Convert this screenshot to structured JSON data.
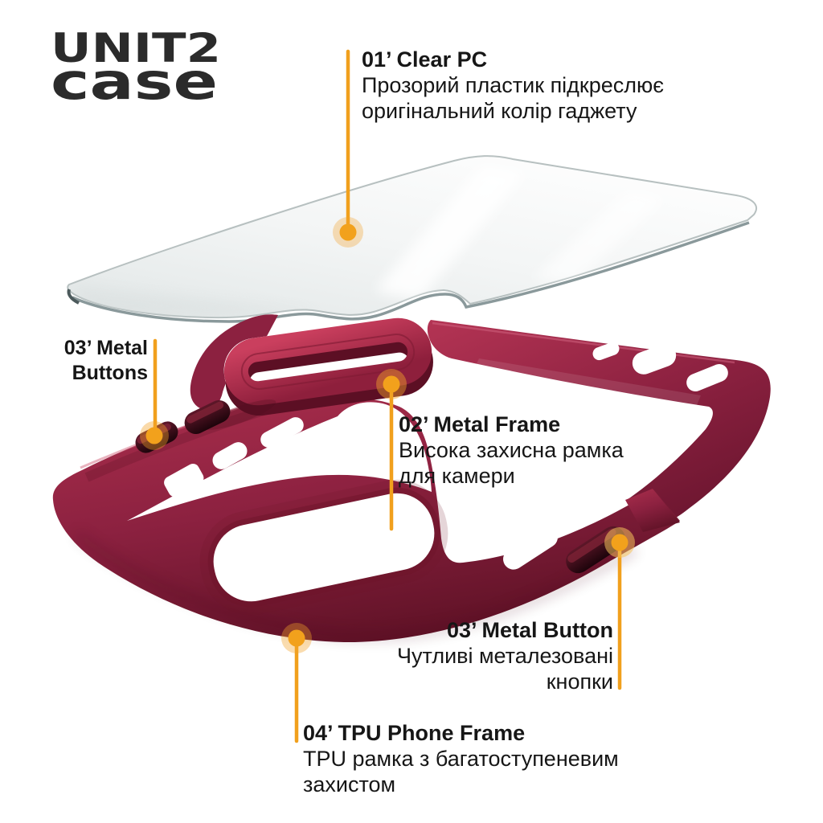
{
  "brand": {
    "line1": "UNIT2",
    "line2": "case"
  },
  "callouts": {
    "clear_pc": {
      "title": "01’ Clear PC",
      "line1": "Прозорий пластик підкреслює",
      "line2": "оригінальний колір гаджету"
    },
    "metal_frame": {
      "title": "02’ Metal Frame",
      "line1": "Висока захисна рамка",
      "line2": "для камери"
    },
    "metal_buttons": {
      "title_line1": "03’ Metal",
      "title_line2": "Buttons"
    },
    "metal_button": {
      "title": "03’ Metal Button",
      "line1": "Чутливі металезовані",
      "line2": "кнопки"
    },
    "tpu_frame": {
      "title": "04’ TPU Phone Frame",
      "line1": "TPU рамка з багатоступеневим",
      "line2": "захистом"
    }
  },
  "colors": {
    "accent_orange": "#F2A11C",
    "case_burgundy": "#8C2140",
    "case_bright_crimson": "#C23A57",
    "case_deep_shadow": "#4E0D1D",
    "button_dark": "#2A0810",
    "text": "#161616",
    "logo": "#2B2B2B",
    "glass_edge": "#B7C0C0"
  }
}
